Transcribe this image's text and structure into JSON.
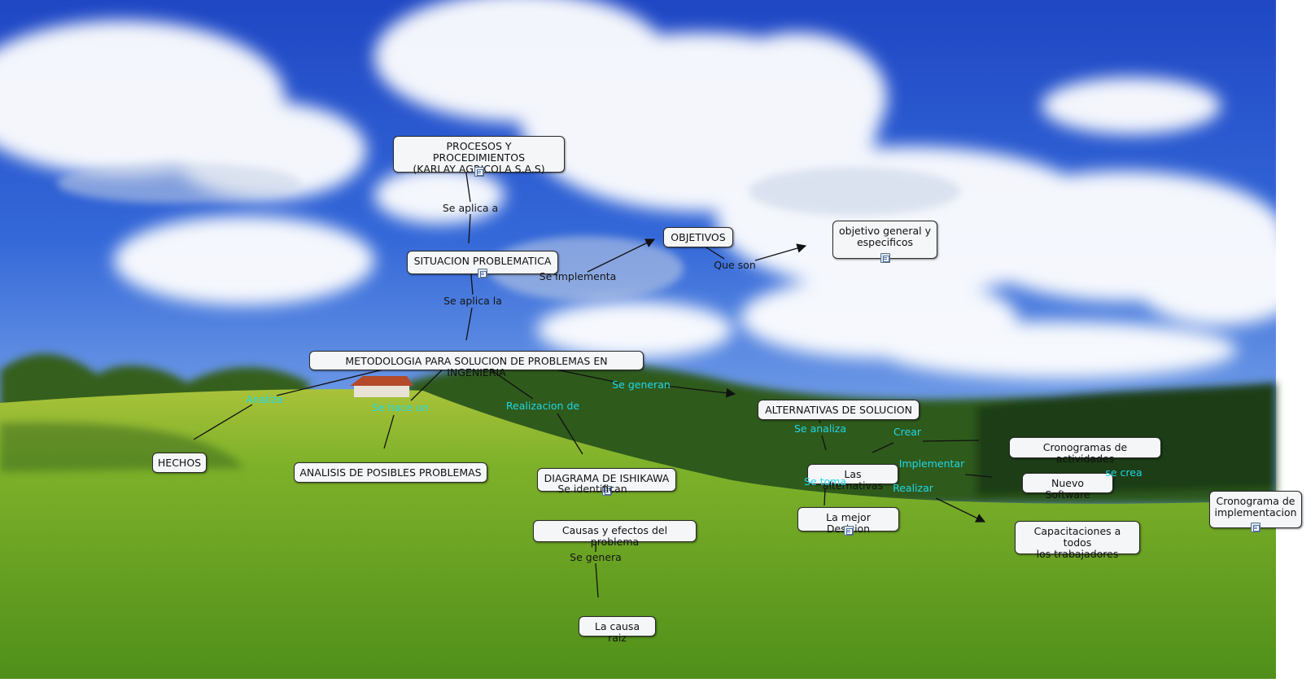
{
  "colors": {
    "dark_link": "#161616",
    "cyan_link": "#22d6e6",
    "line": "#111111",
    "node_fill": "#f4f6f8"
  },
  "nodes": [
    {
      "id": "procesos",
      "text": "PROCESOS Y PROCEDIMIENTOS\n(KARLAY AGRICOLA S.A.S)",
      "icon": true
    },
    {
      "id": "situacion",
      "text": "SITUACION PROBLEMATICA",
      "icon": true
    },
    {
      "id": "objetivos",
      "text": "OBJETIVOS",
      "icon": false
    },
    {
      "id": "objetivo-general",
      "text": "objetivo general y\nespecificos",
      "icon": true
    },
    {
      "id": "metodologia",
      "text": "METODOLOGIA PARA SOLUCION DE PROBLEMAS EN INGENIERIA",
      "icon": false
    },
    {
      "id": "alternativas-solucion",
      "text": "ALTERNATIVAS DE SOLUCION",
      "icon": false
    },
    {
      "id": "hechos",
      "text": "HECHOS",
      "icon": false
    },
    {
      "id": "analisis",
      "text": "ANALISIS DE POSIBLES PROBLEMAS",
      "icon": false
    },
    {
      "id": "ishikawa",
      "text": "DIAGRAMA DE ISHIKAWA",
      "icon": true
    },
    {
      "id": "causas",
      "text": "Causas y efectos del problema",
      "icon": false
    },
    {
      "id": "causa-raiz",
      "text": "La causa raiz",
      "icon": false
    },
    {
      "id": "las-alternativas",
      "text": "Las alternativas",
      "icon": false
    },
    {
      "id": "mejor-decision",
      "text": "La mejor Desicion",
      "icon": true
    },
    {
      "id": "cronogramas",
      "text": "Cronogramas de actividades",
      "icon": false
    },
    {
      "id": "software",
      "text": "Nuevo Software",
      "icon": false
    },
    {
      "id": "capacitaciones",
      "text": "Capacitaciones a todos\nlos trabajadores",
      "icon": false
    },
    {
      "id": "cronograma-impl",
      "text": "Cronograma de\nimplementacion",
      "icon": true
    }
  ],
  "links": [
    {
      "id": "se-aplica-a",
      "text": "Se aplica a",
      "style": "dark"
    },
    {
      "id": "se-aplica-la",
      "text": "Se aplica la",
      "style": "dark"
    },
    {
      "id": "se-implementa",
      "text": "Se implementa",
      "style": "dark"
    },
    {
      "id": "que-son",
      "text": "Que son",
      "style": "dark"
    },
    {
      "id": "analiza",
      "text": "Analiza",
      "style": "cyan"
    },
    {
      "id": "se-hace-un",
      "text": "Se hace un",
      "style": "cyan"
    },
    {
      "id": "realizacion-de",
      "text": "Realizacion de",
      "style": "cyan"
    },
    {
      "id": "se-generan",
      "text": "Se generan",
      "style": "cyan"
    },
    {
      "id": "se-identifican",
      "text": "Se identifican",
      "style": "dark"
    },
    {
      "id": "se-genera",
      "text": "Se genera",
      "style": "dark"
    },
    {
      "id": "se-analiza",
      "text": "Se analiza",
      "style": "cyan"
    },
    {
      "id": "se-toma",
      "text": "Se toma",
      "style": "cyan"
    },
    {
      "id": "crear",
      "text": "Crear",
      "style": "cyan"
    },
    {
      "id": "implementar",
      "text": "Implementar",
      "style": "cyan"
    },
    {
      "id": "realizar",
      "text": "Realizar",
      "style": "cyan"
    },
    {
      "id": "se-crea",
      "text": "se crea",
      "style": "cyan"
    }
  ]
}
